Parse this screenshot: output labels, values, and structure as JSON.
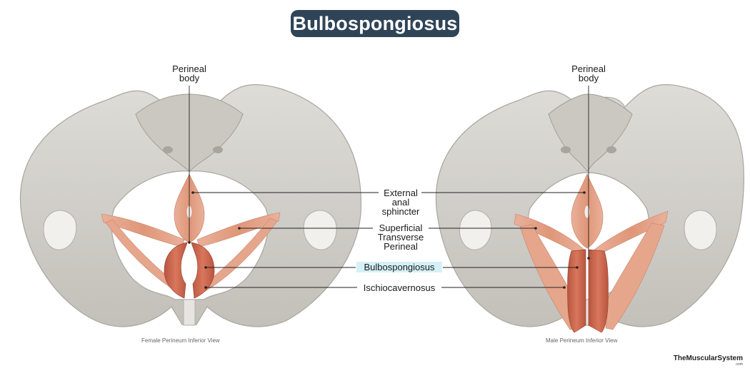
{
  "title": "Bulbospongiosus",
  "labels": {
    "perineal_body": "Perineal\nbody",
    "external_anal_sphincter": "External\nanal\nsphincter",
    "superficial_transverse_perineal": "Superficial\nTransverse\nPerineal",
    "bulbospongiosus": "Bulbospongiosus",
    "ischiocavernosus": "Ischiocavernosus"
  },
  "captions": {
    "female": "Female Perineum Inferior View",
    "male": "Male Perineum Inferior View"
  },
  "brand": {
    "name": "TheMuscularSystem",
    "suffix": ".com"
  },
  "colors": {
    "title_bg": "#2f4457",
    "bone": "#d2d0cb",
    "bone_shadow": "#b3b0aa",
    "muscle": "#e3a288",
    "muscle_dark": "#c45f46",
    "highlight": "#d5f1f7"
  }
}
